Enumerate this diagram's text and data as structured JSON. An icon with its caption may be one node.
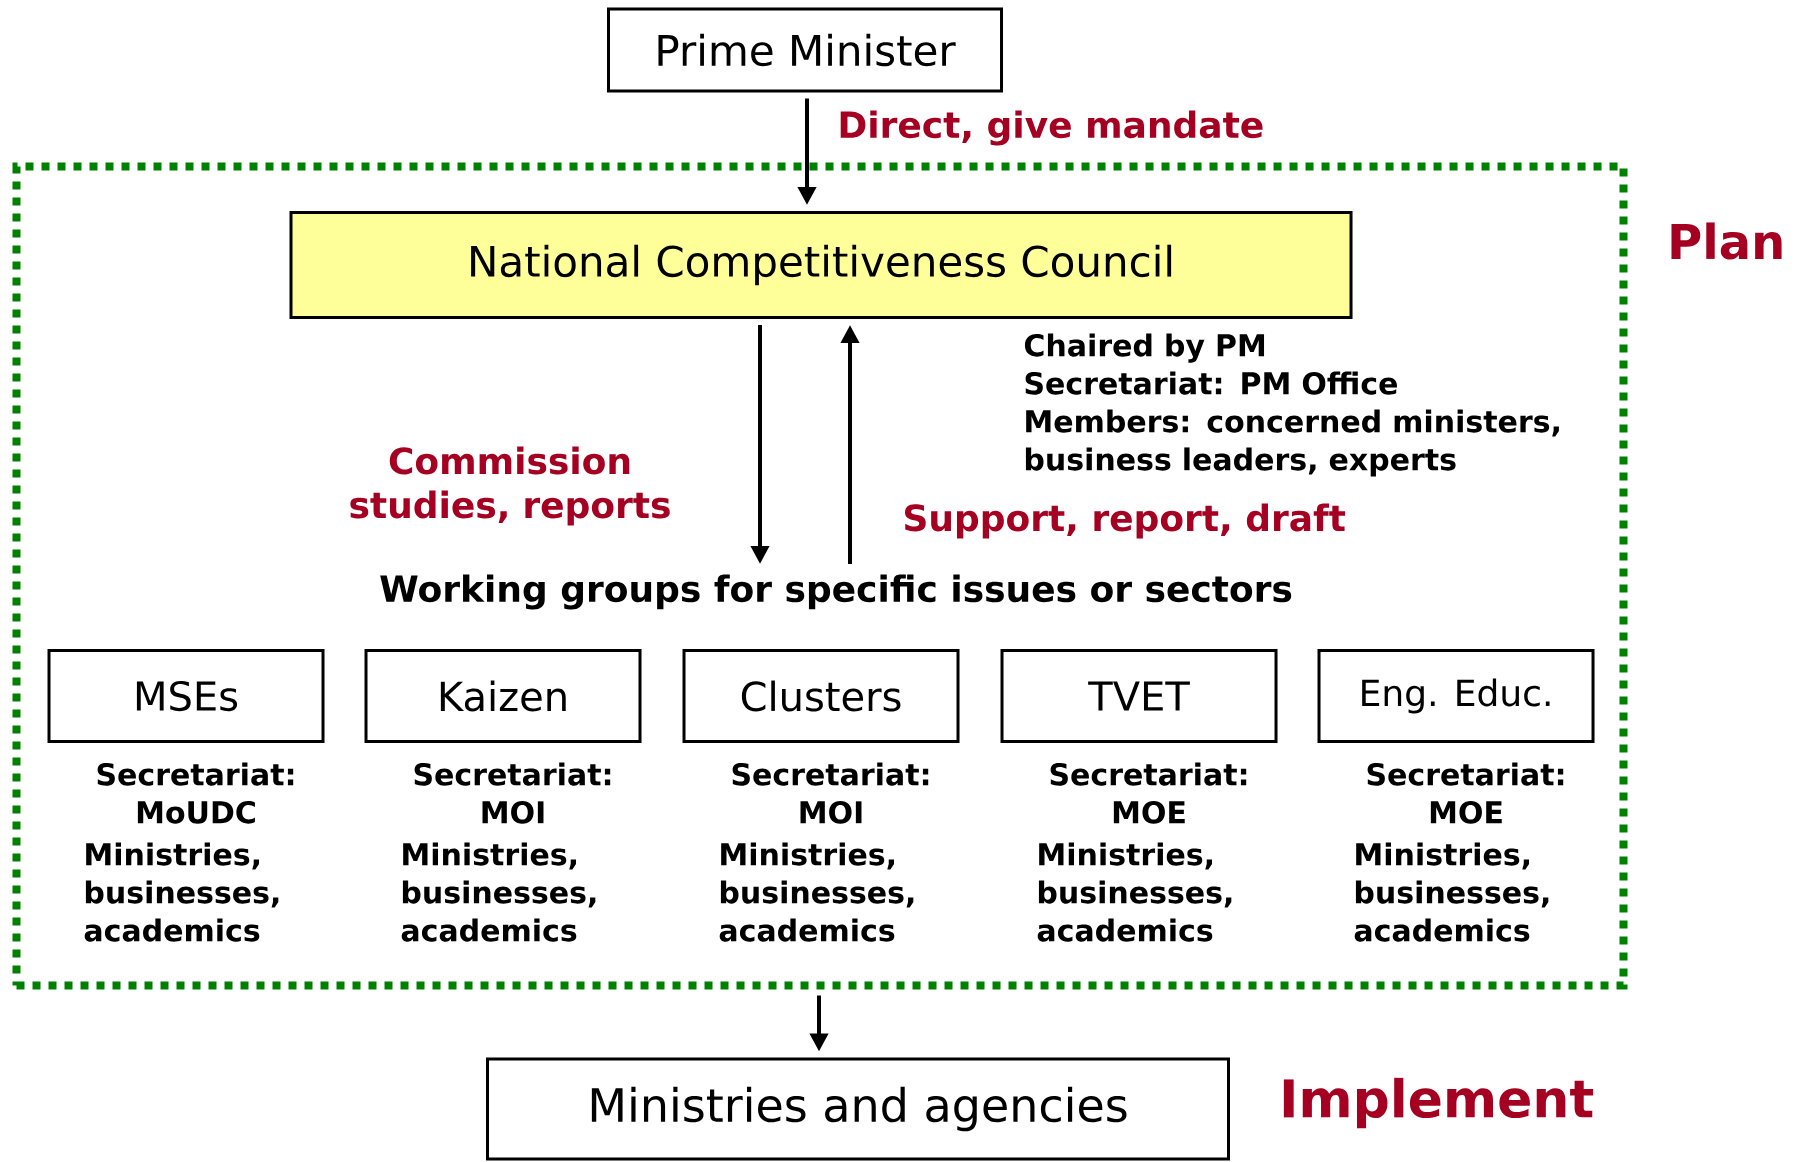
{
  "diagram": {
    "nodes": [
      {
        "text": [
          "Prime Minister"
        ]
      },
      {
        "text": [
          "Plan"
        ]
      },
      {
        "text": [
          "National Competitiveness Council"
        ],
        "in": 1,
        "beside": [
          "Chaired by PM",
          "Secretariat: PM Office",
          "Members: concerned ministers, business leaders, experts"
        ]
      },
      {
        "text": [
          "Working groups for specific issues or sectors"
        ],
        "in": 1
      },
      {
        "text": [
          "MSEs"
        ],
        "in": 1,
        "beside": [
          "Secretariat: MoUDC",
          "Ministries, businesses, academics"
        ]
      },
      {
        "text": [
          "Kaizen"
        ],
        "in": 1,
        "beside": [
          "Secretariat: MOI",
          "Ministries, businesses, academics"
        ]
      },
      {
        "text": [
          "Clusters"
        ],
        "in": 1,
        "beside": [
          "Secretariat: MOI",
          "Ministries, businesses, academics"
        ]
      },
      {
        "text": [
          "TVET"
        ],
        "in": 1,
        "beside": [
          "Secretariat: MOE",
          "Ministries, businesses, academics"
        ]
      },
      {
        "text": [
          "Eng. Educ."
        ],
        "in": 1,
        "beside": [
          "Secretariat: MOE",
          "Ministries, businesses, academics"
        ]
      },
      {
        "text": [
          "Ministries and agencies"
        ],
        "beside": [
          "Implement"
        ]
      }
    ],
    "edges": [
      {
        "from": 0,
        "to": 2,
        "arrow": "to",
        "label": "Direct, give mandate"
      },
      {
        "from": 2,
        "to": 3,
        "arrow": "to",
        "label": "Commission studies, reports"
      },
      {
        "from": 3,
        "to": 2,
        "arrow": "to",
        "label": "Support, report, draft"
      },
      {
        "from": 1,
        "to": 9,
        "arrow": "to"
      }
    ]
  }
}
